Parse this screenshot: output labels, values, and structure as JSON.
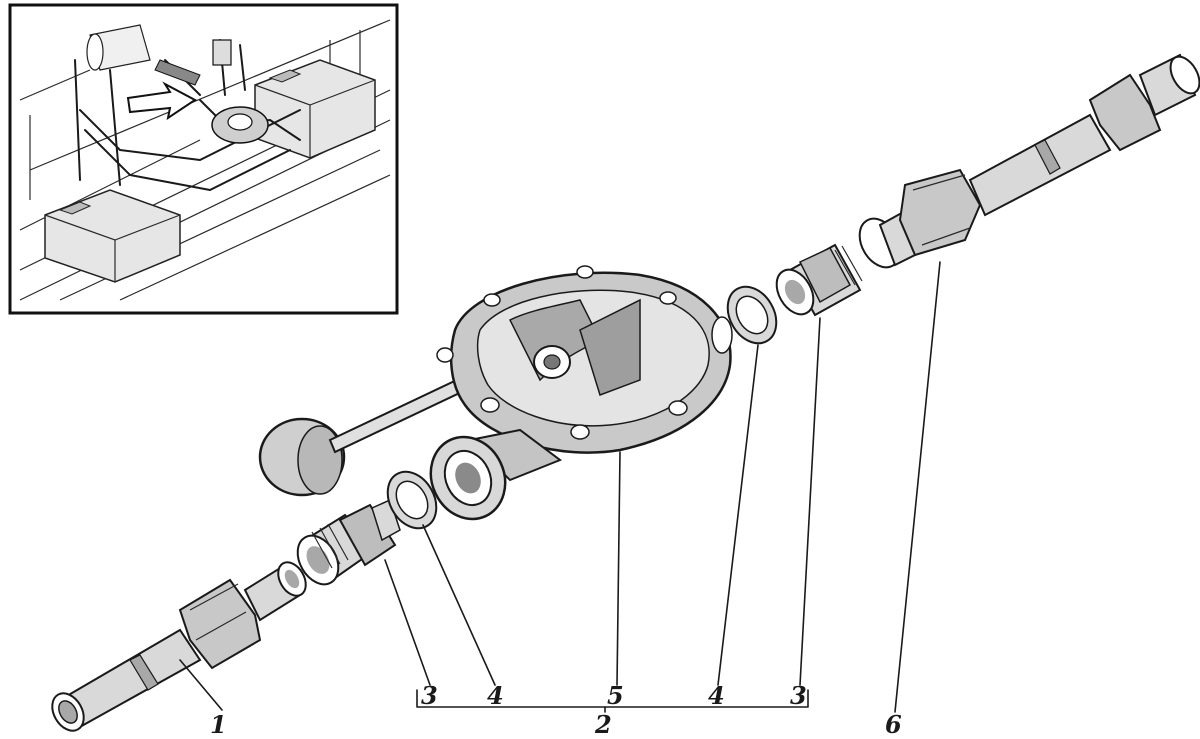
{
  "diagram": {
    "callouts": [
      {
        "id": "1",
        "text": "1"
      },
      {
        "id": "3a",
        "text": "3"
      },
      {
        "id": "4a",
        "text": "4"
      },
      {
        "id": "5",
        "text": "5"
      },
      {
        "id": "2",
        "text": "2"
      },
      {
        "id": "4b",
        "text": "4"
      },
      {
        "id": "3b",
        "text": "3"
      },
      {
        "id": "6",
        "text": "6"
      }
    ]
  },
  "colors": {
    "ink": "#1a1a1a",
    "paper": "#ffffff",
    "shade": "#a8a8a8"
  }
}
